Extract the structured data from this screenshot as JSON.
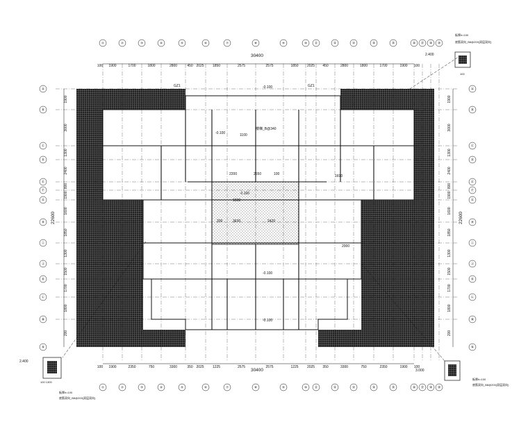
{
  "overall_dimensions": {
    "top": "30400",
    "bottom": "30400",
    "left": "22600",
    "right": "22600"
  },
  "axes": {
    "top": [
      "①",
      "②",
      "③",
      "④",
      "⑤",
      "⑥",
      "⑦",
      "⑧",
      "⑨",
      "⑩",
      "⑪",
      "⑫",
      "⑬",
      "⑭",
      "⑮",
      "⑯",
      "⑰",
      "⑱",
      "⑲"
    ],
    "bottom": [
      "①",
      "②",
      "③",
      "④",
      "⑤",
      "⑥",
      "⑦",
      "⑧",
      "⑨",
      "⑩",
      "⑪",
      "⑫",
      "⑬",
      "⑭",
      "⑮",
      "⑯",
      "⑰",
      "⑱",
      "⑲"
    ],
    "left": [
      "Ⓐ",
      "Ⓑ",
      "Ⓒ",
      "Ⓓ",
      "Ⓔ",
      "Ⓕ",
      "Ⓖ",
      "Ⓗ",
      "Ⓘ",
      "Ⓙ",
      "Ⓚ",
      "Ⓛ",
      "Ⓜ",
      "Ⓝ"
    ],
    "right": [
      "Ⓐ",
      "Ⓑ",
      "Ⓒ",
      "Ⓓ",
      "Ⓔ",
      "Ⓕ",
      "Ⓖ",
      "Ⓗ",
      "Ⓘ",
      "Ⓙ",
      "Ⓚ",
      "Ⓛ",
      "Ⓜ",
      "Ⓝ"
    ]
  },
  "dims": {
    "top": [
      "100",
      "1900",
      "1700",
      "1800",
      "2800",
      "450",
      "2025",
      "1850",
      "2575",
      "2575",
      "1850",
      "2025",
      "450",
      "2800",
      "1800",
      "1700",
      "1900",
      "100"
    ],
    "bottom": [
      "100",
      "1900",
      "2350",
      "750",
      "3300",
      "350",
      "2025",
      "1225",
      "2575",
      "2575",
      "1225",
      "2025",
      "350",
      "3300",
      "750",
      "2350",
      "1900",
      "100"
    ],
    "left": [
      "1900",
      "3000",
      "1300",
      "2400",
      "800",
      "1900",
      "1600",
      "1850",
      "1300",
      "1500",
      "1700",
      "1800",
      "200"
    ],
    "right": [
      "1900",
      "3000",
      "1300",
      "2400",
      "800",
      "1900",
      "1600",
      "1850",
      "1300",
      "1500",
      "1700",
      "1800",
      "200"
    ]
  },
  "labels": {
    "gz1_left": "GZ1",
    "gz1_right": "GZ1",
    "elev_top": "-0.100",
    "elev_mid": "-0.100",
    "elev_mid2": "-0.100",
    "elev_lower": "-0.100",
    "elev_bottom": "-0.100",
    "t100": "1100",
    "beam_note": "楼梯_B@340",
    "dim_2200": "2200",
    "dim_2550": "2550",
    "dim_100": "100",
    "dim_1690": "1690",
    "dim_1600": "1600",
    "dim_2000": "2000",
    "dim_200": "200",
    "dim_3630": "3630",
    "dim_2420": "2420",
    "tl_elev": "2.400",
    "tl_note": "板厚h=100",
    "tl_rebar": "底筋双向_B8@200(双层双向)",
    "tl_dim": "100",
    "bl_elev": "2.400",
    "bl_note": "板厚h=100",
    "bl_rebar": "底筋双向_B8@200(双层双向)",
    "bl_dims": "100 1300",
    "br_elev": "3.000",
    "br_note": "板厚h=100",
    "br_rebar": "底筋双向_B8@200(双层双向)"
  },
  "colors": {
    "ink": "#111111",
    "hatch": "#1a1a1a",
    "bg": "#ffffff"
  }
}
